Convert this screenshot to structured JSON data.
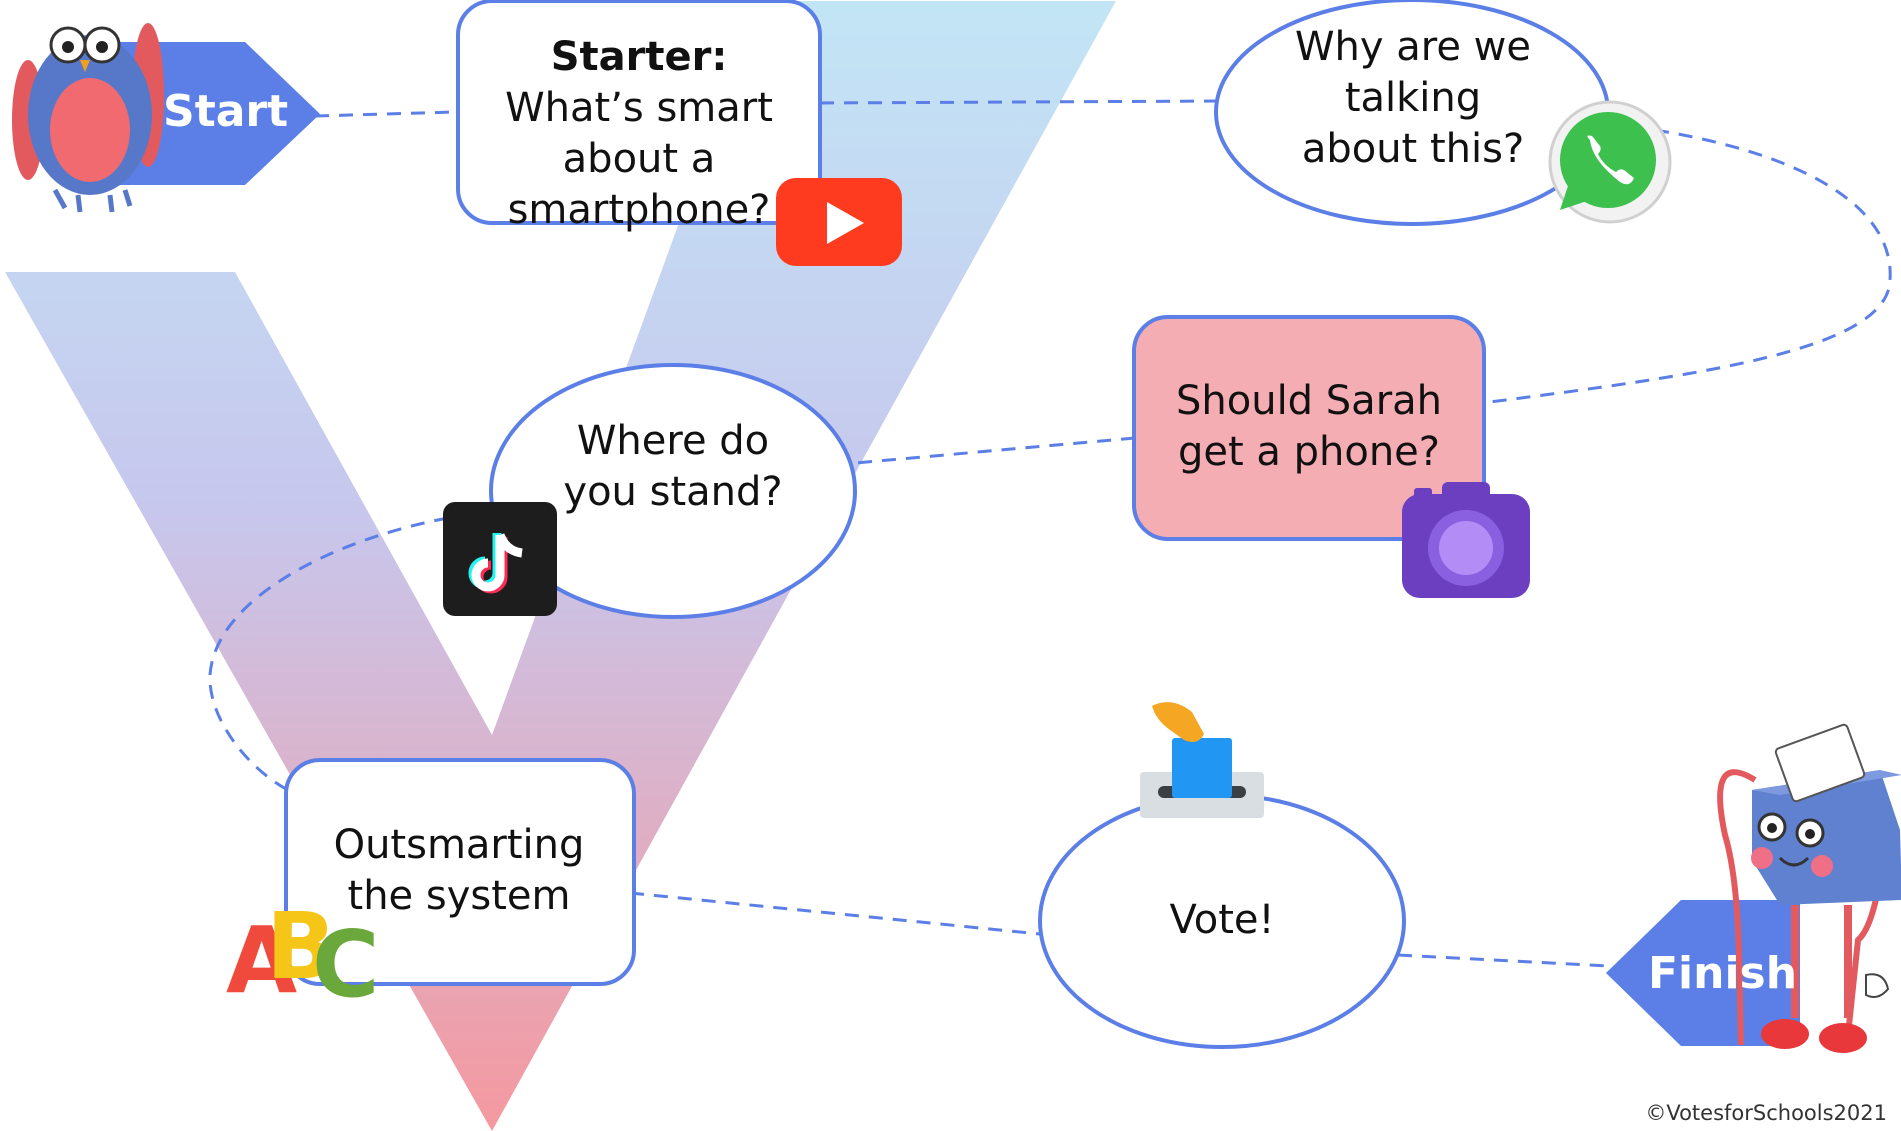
{
  "start": {
    "label": "Start"
  },
  "finish": {
    "label": "Finish"
  },
  "steps": [
    {
      "id": "starter",
      "bold": "Starter:",
      "text": " What’s smart about a smartphone?",
      "icon": "youtube-icon"
    },
    {
      "id": "why",
      "text": "Why are we talking about this?",
      "icon": "whatsapp-icon"
    },
    {
      "id": "sarah",
      "text": "Should Sarah get a phone?",
      "icon": "camera-icon"
    },
    {
      "id": "stand",
      "text": "Where do you stand?",
      "icon": "tiktok-icon"
    },
    {
      "id": "outsmarting",
      "text": "Outsmarting the system",
      "icon": "abc-blocks-icon"
    },
    {
      "id": "vote",
      "text": "Vote!",
      "icon": "ballot-box-icon"
    }
  ],
  "alphabet_icon": {
    "letters": [
      "A",
      "B",
      "C"
    ]
  },
  "copyright": "©VotesforSchools2021",
  "colors": {
    "path_line": "#5b7fe6",
    "box_border": "#5b7fe6",
    "arrow_tag": "#5b7fe6",
    "sarah_fill": "#f5adb4",
    "v_top": "#a8c8f2",
    "v_bottom": "#f0939c",
    "youtube": "#ff3b1f",
    "whatsapp": "#3ec04f",
    "camera": "#6b3fbf",
    "tiktok": "#1d1d1d"
  }
}
